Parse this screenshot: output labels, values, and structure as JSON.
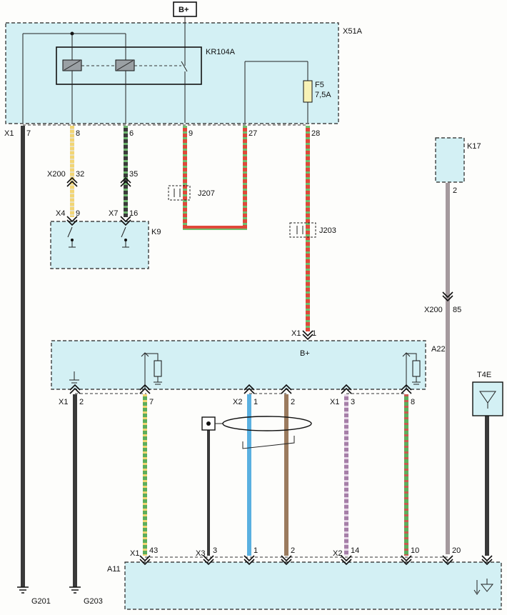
{
  "supply": {
    "label": "B+"
  },
  "modules": {
    "x51a": {
      "name": "X51A"
    },
    "relay": {
      "name": "KR104A"
    },
    "fuse": {
      "name": "F5",
      "rating": "7,5A"
    },
    "k9": {
      "name": "K9"
    },
    "k17": {
      "name": "K17"
    },
    "a22": {
      "name": "A22",
      "bplus": "B+"
    },
    "a11": {
      "name": "A11"
    },
    "t4e": {
      "name": "T4E"
    },
    "j207": {
      "name": "J207"
    },
    "j203": {
      "name": "J203"
    }
  },
  "connectors": {
    "x1_top": "X1",
    "x200_a": "X200",
    "x4": "X4",
    "x7": "X7",
    "x1_a22in": "X1",
    "x200_b": "X200",
    "x1_a22out": "X1",
    "x2_a22out": "X2",
    "x1_a22out_b": "X1",
    "x1_a11": "X1",
    "x3_a11": "X3",
    "x2_a11": "X2"
  },
  "pins": {
    "p7": "7",
    "p8": "8",
    "p6": "6",
    "p9": "9",
    "p27": "27",
    "p28": "28",
    "x200_32": "32",
    "x200_35": "35",
    "x4_9": "9",
    "x7_16": "16",
    "k17_2": "2",
    "x200_85": "85",
    "a22_1": "1",
    "a22_2": "2",
    "a22_7": "7",
    "a22_x2_1": "1",
    "a22_x2_2": "2",
    "a22_3": "3",
    "a22_8": "8",
    "a11_43": "43",
    "a11_3": "3",
    "a11_1": "1",
    "a11_2": "2",
    "a11_14": "14",
    "a11_10": "10",
    "a11_20": "20"
  },
  "grounds": {
    "g201": "G201",
    "g203": "G203"
  },
  "wire_colors": {
    "black": "#3a3a3a",
    "yellow": "#f2d574",
    "red": "#e0483a",
    "green": "#5cae5c",
    "blue": "#5ab0e0",
    "brown": "#9b7b5e",
    "violet": "#a67fa8",
    "gray": "#a59a9e",
    "dark": "#222222"
  }
}
